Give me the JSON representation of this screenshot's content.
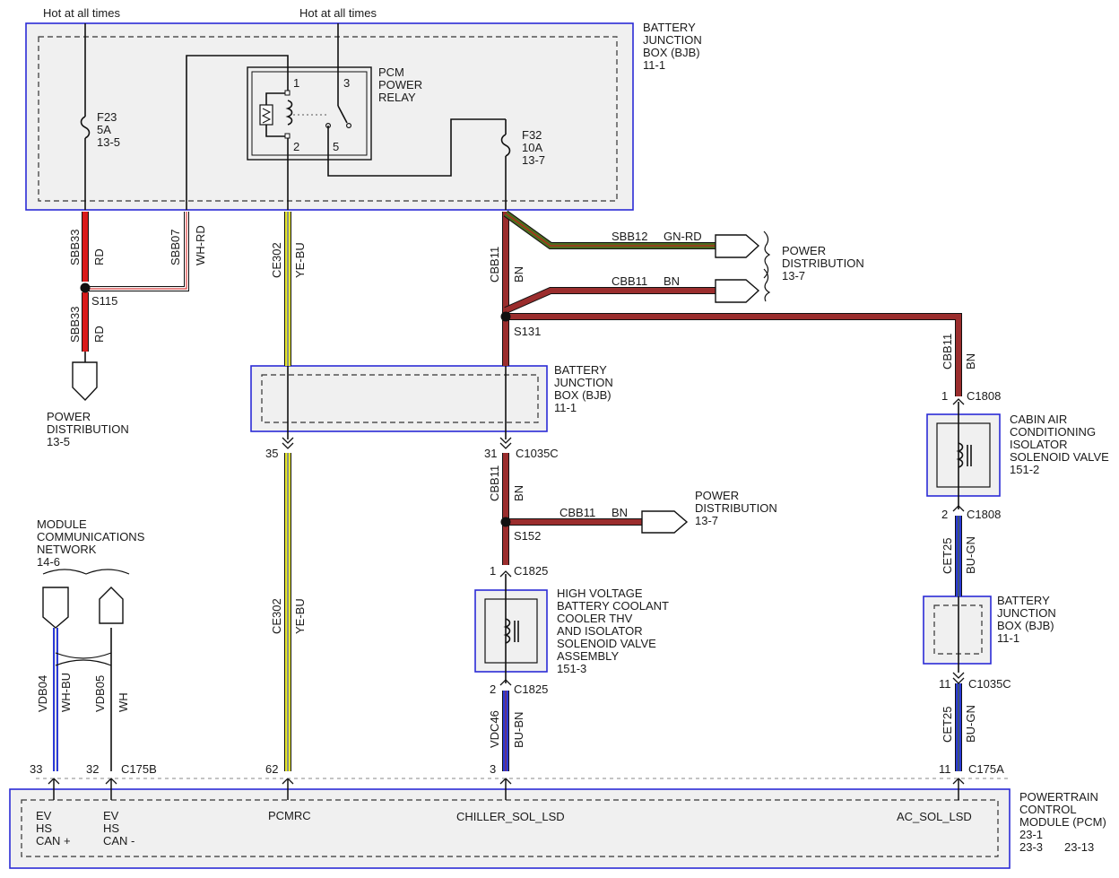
{
  "labels": {
    "hot_left": "Hot at all times",
    "hot_right": "Hot at all times",
    "bjb_top": [
      "BATTERY",
      "JUNCTION",
      "BOX (BJB)",
      "11-1"
    ],
    "relay": [
      "PCM",
      "POWER",
      "RELAY"
    ],
    "relay_pins": [
      "1",
      "3",
      "2",
      "5"
    ],
    "fuse_f23": [
      "F23",
      "5A",
      "13-5"
    ],
    "fuse_f32": [
      "F32",
      "10A",
      "13-7"
    ],
    "pd_right": [
      "POWER",
      "DISTRIBUTION",
      "13-7"
    ],
    "pd_left": [
      "POWER",
      "DISTRIBUTION",
      "13-5"
    ],
    "pd_mid": [
      "POWER",
      "DISTRIBUTION",
      "13-7"
    ],
    "bjb_mid": [
      "BATTERY",
      "JUNCTION",
      "BOX (BJB)",
      "11-1"
    ],
    "bjb_right": [
      "BATTERY",
      "JUNCTION",
      "BOX (BJB)",
      "11-1"
    ],
    "cabin_valve": [
      "CABIN AIR",
      "CONDITIONING",
      "ISOLATOR",
      "SOLENOID VALVE",
      "151-2"
    ],
    "hv_valve": [
      "HIGH VOLTAGE",
      "BATTERY COOLANT",
      "COOLER THV",
      "AND ISOLATOR",
      "SOLENOID VALVE",
      "ASSEMBLY",
      "151-3"
    ],
    "mcn": [
      "MODULE",
      "COMMUNICATIONS",
      "NETWORK",
      "14-6"
    ],
    "pcm": [
      "POWERTRAIN",
      "CONTROL",
      "MODULE (PCM)",
      "23-1"
    ],
    "pcm_refs": [
      "23-3",
      "23-13"
    ],
    "pin_can_plus": [
      "EV",
      "HS",
      "CAN +"
    ],
    "pin_can_minus": [
      "EV",
      "HS",
      "CAN -"
    ],
    "pin_pcmrc": "PCMRC",
    "pin_chiller": "CHILLER_SOL_LSD",
    "pin_ac": "AC_SOL_LSD"
  },
  "wires": {
    "sbb33_a": [
      "SBB33",
      "RD"
    ],
    "sbb33_b": [
      "SBB33",
      "RD"
    ],
    "sbb07": [
      "SBB07",
      "WH-RD"
    ],
    "ce302_a": [
      "CE302",
      "YE-BU"
    ],
    "ce302_b": [
      "CE302",
      "YE-BU"
    ],
    "cbb11_a": [
      "CBB11",
      "BN"
    ],
    "cbb11_b": [
      "CBB11",
      "BN"
    ],
    "cbb11_right": [
      "CBB11",
      "BN"
    ],
    "sbb12_branch": [
      "SBB12",
      "GN-RD"
    ],
    "cbb11_branch": [
      "CBB11",
      "BN"
    ],
    "cbb11_branch2": [
      "CBB11",
      "BN"
    ],
    "cet25_a": [
      "CET25",
      "BU-GN"
    ],
    "cet25_b": [
      "CET25",
      "BU-GN"
    ],
    "vdc46": [
      "VDC46",
      "BU-BN"
    ],
    "vdb04": [
      "VDB04",
      "WH-BU"
    ],
    "vdb05": [
      "VDB05",
      "WH"
    ]
  },
  "splices": {
    "s115": "S115",
    "s131": "S131",
    "s152": "S152"
  },
  "connectors": {
    "c1808_a": [
      "1",
      "C1808"
    ],
    "c1808_b": [
      "2",
      "C1808"
    ],
    "c1035c_left": [
      "35"
    ],
    "c1035c_mid": [
      "31",
      "C1035C"
    ],
    "c1035c_right": [
      "11",
      "C1035C"
    ],
    "c1825_a": [
      "1",
      "C1825"
    ],
    "c1825_b": [
      "2",
      "C1825"
    ],
    "c175a": [
      "11",
      "C175A"
    ],
    "c175b": [
      "33",
      "32",
      "C175B"
    ],
    "pcm_pin62": "62",
    "pcm_pin3": "3"
  },
  "colors": {
    "red": "#d91a1a",
    "white": "#ffffff",
    "yellow": "#e8e82a",
    "brown": "#9b2d2d",
    "green": "#4d6b1f",
    "blue": "#2b3ad6",
    "box_border": "#2b2bd6",
    "box_fill": "#f0f0f0"
  }
}
